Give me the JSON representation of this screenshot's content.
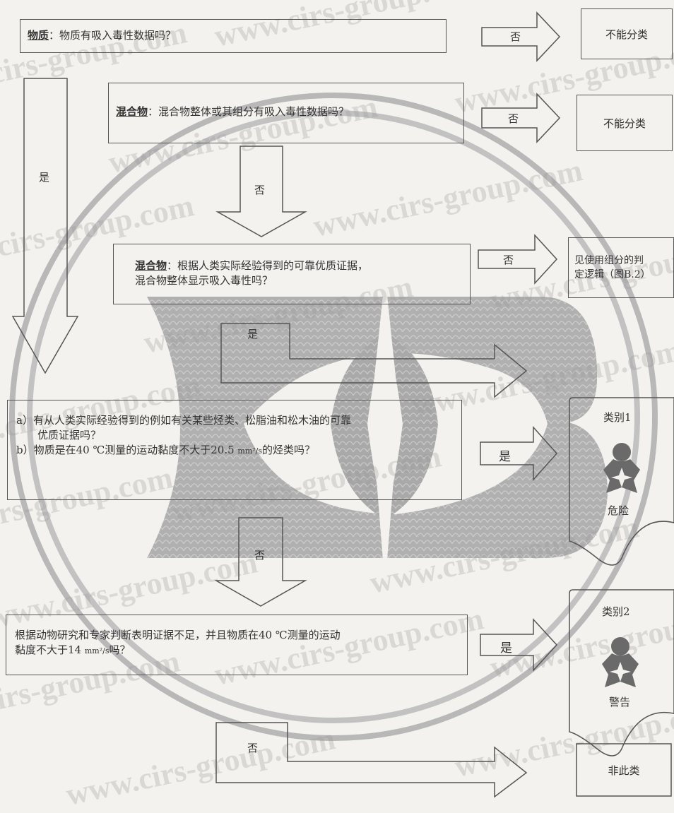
{
  "watermark": {
    "text": "www.cirs-group.com"
  },
  "boxes": {
    "q1": {
      "lead": "物质",
      "text": "：物质有吸入毒性数据吗？"
    },
    "q2": {
      "lead": "混合物",
      "text": "：混合物整体或其组分有吸入毒性数据吗？"
    },
    "q3": {
      "lead": "混合物",
      "text": "：根据人类实际经验得到的可靠优质证据，",
      "text2": "混合物整体显示吸入毒性吗？"
    },
    "q4": {
      "line1": "a）有从人类实际经验得到的例如有关某些烃类、松脂油和松木油的可靠",
      "line2": "优质证据吗？",
      "line3_pre": "b）物质是在40 ℃测量的运动黏度不大于20.5 ",
      "unit": "mm²/s",
      "line3_post": "的烃类吗？"
    },
    "q5": {
      "line1": "根据动物研究和专家判断表明证据不足，并且物质在40 ℃测量的运动",
      "line2_pre": "黏度不大于14 ",
      "unit": "mm²/s",
      "line2_post": "吗？"
    }
  },
  "arrows": {
    "q1_no": "否",
    "q2_no": "否",
    "q2_down_no": "否",
    "q1_yes": "是",
    "q3_no": "否",
    "q3_yes": "是",
    "q4_yes": "是",
    "q4_down_no": "否",
    "q5_yes": "是",
    "q5_no": "否"
  },
  "outcomes": {
    "o1": "不能分类",
    "o2": "不能分类",
    "o3_line1": "见使用组分的判",
    "o3_line2": "定逻辑（图B.2）",
    "cat1_title": "类别1",
    "cat1_signal": "危险",
    "cat2_title": "类别2",
    "cat2_signal": "警告",
    "o6": "非此类"
  },
  "colors": {
    "line": "#555555",
    "logo_gray": "#a6a6a6",
    "ring": "#b5b5b5",
    "pictogram": "#6a6a6a"
  },
  "icons": {
    "hazard": "health-hazard-icon"
  }
}
